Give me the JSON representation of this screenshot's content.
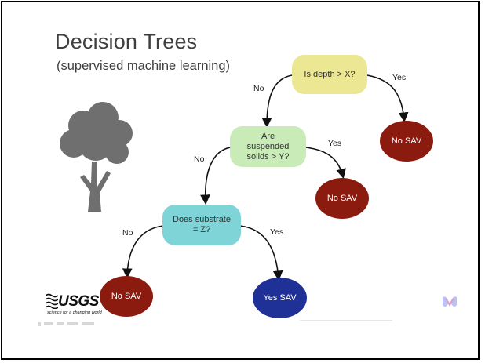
{
  "slide": {
    "title": "Decision Trees",
    "subtitle": "(supervised machine learning)"
  },
  "nodes": {
    "root": "Is depth > X?",
    "suspended_solids": "Are suspended solids > Y?",
    "substrate": "Does substrate = Z?",
    "leaf_no_sav_1": "No SAV",
    "leaf_no_sav_2": "No SAV",
    "leaf_no_sav_3": "No SAV",
    "leaf_yes_sav": "Yes SAV"
  },
  "edges": {
    "root_no": "No",
    "root_yes": "Yes",
    "ss_no": "No",
    "ss_yes": "Yes",
    "sub_no": "No",
    "sub_yes": "Yes"
  },
  "logo": {
    "wordmark": "USGS",
    "tagline": "science for a changing world"
  },
  "colors": {
    "root_fill": "#ece793",
    "ss_fill": "#c9ebb8",
    "substrate_fill": "#7fd4d8",
    "no_sav_fill": "#8b1a0f",
    "yes_sav_fill": "#1f3196",
    "tree_icon": "#6f6f6f"
  },
  "icons": [
    "tree-icon",
    "usgs-logo-icon",
    "app-logo-icon"
  ]
}
